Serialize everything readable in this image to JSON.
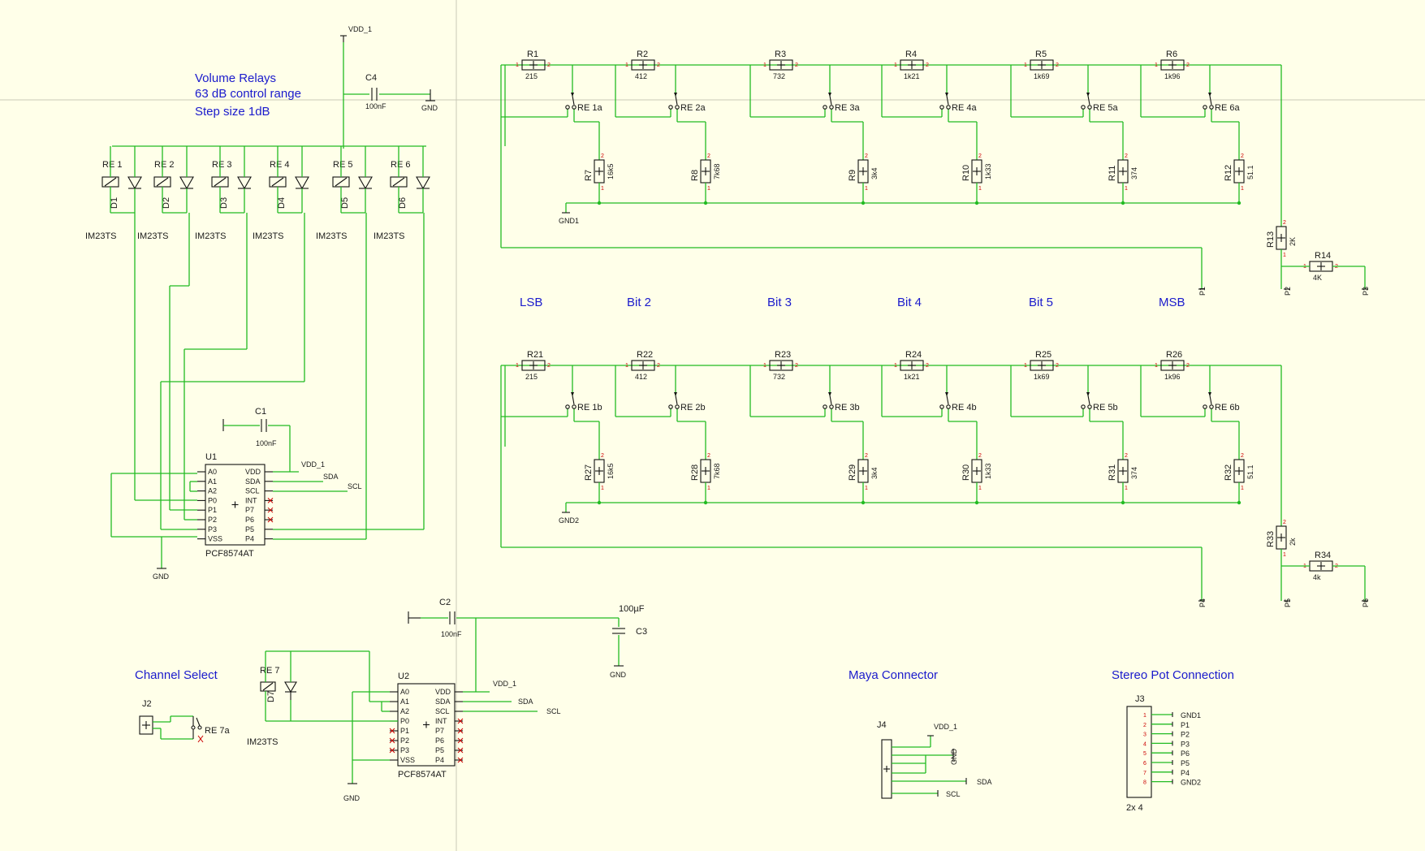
{
  "colors": {
    "background": "#ffffe9",
    "wire": "#22bb22",
    "title": "#1a1acc",
    "component": "#111111",
    "pin": "#cc0000"
  },
  "notes": {
    "line1": "Volume Relays",
    "line2": "63 dB control range",
    "line3": "Step size 1dB"
  },
  "headers": {
    "bits": [
      "LSB",
      "Bit 2",
      "Bit 3",
      "Bit 4",
      "Bit 5",
      "MSB"
    ],
    "channel_select": "Channel Select",
    "maya": "Maya Connector",
    "stereo_pot": "Stereo Pot Connection"
  },
  "relays_top": [
    {
      "re": "RE 1",
      "d": "D1",
      "part": "IM23TS"
    },
    {
      "re": "RE 2",
      "d": "D2",
      "part": "IM23TS"
    },
    {
      "re": "RE 3",
      "d": "D3",
      "part": "IM23TS"
    },
    {
      "re": "RE 4",
      "d": "D4",
      "part": "IM23TS"
    },
    {
      "re": "RE 5",
      "d": "D5",
      "part": "IM23TS"
    },
    {
      "re": "RE 6",
      "d": "D6",
      "part": "IM23TS"
    }
  ],
  "row1": {
    "series": [
      {
        "name": "R1",
        "value": "215"
      },
      {
        "name": "R2",
        "value": "412"
      },
      {
        "name": "R3",
        "value": "732"
      },
      {
        "name": "R4",
        "value": "1k21"
      },
      {
        "name": "R5",
        "value": "1k69"
      },
      {
        "name": "R6",
        "value": "1k96"
      }
    ],
    "switches": [
      "RE 1a",
      "RE 2a",
      "RE 3a",
      "RE 4a",
      "RE 5a",
      "RE 6a"
    ],
    "shunts": [
      {
        "name": "R7",
        "value": "16k5"
      },
      {
        "name": "R8",
        "value": "7k68"
      },
      {
        "name": "R9",
        "value": "3k4"
      },
      {
        "name": "R10",
        "value": "1k33"
      },
      {
        "name": "R11",
        "value": "374"
      },
      {
        "name": "R12",
        "value": "51.1"
      }
    ],
    "ground": "GND1",
    "r_a": {
      "name": "R13",
      "value": "2K"
    },
    "r_b": {
      "name": "R14",
      "value": "4K"
    },
    "ports": [
      "P1",
      "P2",
      "P3"
    ]
  },
  "row2": {
    "series": [
      {
        "name": "R21",
        "value": "215"
      },
      {
        "name": "R22",
        "value": "412"
      },
      {
        "name": "R23",
        "value": "732"
      },
      {
        "name": "R24",
        "value": "1k21"
      },
      {
        "name": "R25",
        "value": "1k69"
      },
      {
        "name": "R26",
        "value": "1k96"
      }
    ],
    "switches": [
      "RE 1b",
      "RE 2b",
      "RE 3b",
      "RE 4b",
      "RE 5b",
      "RE 6b"
    ],
    "shunts": [
      {
        "name": "R27",
        "value": "16k5"
      },
      {
        "name": "R28",
        "value": "7k68"
      },
      {
        "name": "R29",
        "value": "3k4"
      },
      {
        "name": "R30",
        "value": "1k33"
      },
      {
        "name": "R31",
        "value": "374"
      },
      {
        "name": "R32",
        "value": "51.1"
      }
    ],
    "ground": "GND2",
    "r_a": {
      "name": "R33",
      "value": "2k"
    },
    "r_b": {
      "name": "R34",
      "value": "4k"
    },
    "ports": [
      "P4",
      "P5",
      "P6"
    ]
  },
  "c4": {
    "name": "C4",
    "value": "100nF"
  },
  "vdd1": "VDD_1",
  "gnd": "GND",
  "u1": {
    "name": "U1",
    "part": "PCF8574AT",
    "c_name": "C1",
    "c_value": "100nF",
    "pins_left": [
      "A0",
      "A1",
      "A2",
      "P0",
      "P1",
      "P2",
      "P3",
      "VSS"
    ],
    "pins_right": [
      "VDD",
      "SDA",
      "SCL",
      "INT",
      "P7",
      "P6",
      "P5",
      "P4"
    ],
    "vdd": "VDD_1",
    "sda": "SDA",
    "scl": "SCL",
    "gnd": "GND"
  },
  "u2": {
    "name": "U2",
    "part": "PCF8574AT",
    "c_name": "C2",
    "c_value": "100nF",
    "c3_name": "C3",
    "c3_value": "100µF",
    "pins_left": [
      "A0",
      "A1",
      "A2",
      "P0",
      "P1",
      "P2",
      "P3",
      "VSS"
    ],
    "pins_right": [
      "VDD",
      "SDA",
      "SCL",
      "INT",
      "P7",
      "P6",
      "P5",
      "P4"
    ],
    "vdd": "VDD_1",
    "sda": "SDA",
    "scl": "SCL",
    "gnd": "GND"
  },
  "re7": {
    "re": "RE 7",
    "d": "D7",
    "part": "IM23TS",
    "switch": "RE 7a"
  },
  "j2": "J2",
  "j4": {
    "name": "J4",
    "vdd": "VDD_1",
    "gnd": "GND",
    "sda": "SDA",
    "scl": "SCL"
  },
  "j3": {
    "name": "J3",
    "size": "2x 4",
    "pins": [
      "GND1",
      "P1",
      "P2",
      "P3",
      "P6",
      "P5",
      "P4",
      "GND2"
    ]
  }
}
